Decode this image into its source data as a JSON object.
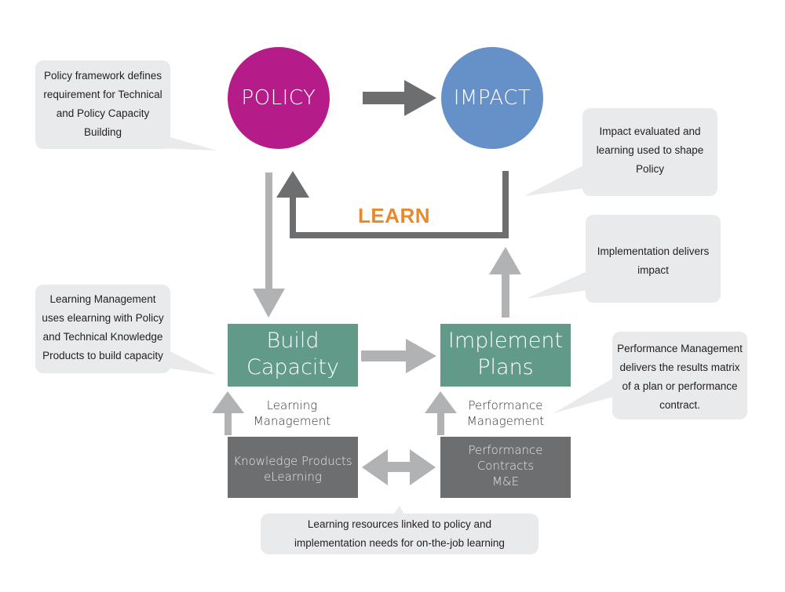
{
  "colors": {
    "policy": "#b51c8a",
    "impact": "#6690c8",
    "green_box": "#629a8a",
    "dark_box": "#6d6e70",
    "light_arrow": "#b1b2b4",
    "dark_arrow": "#6d6e70",
    "callout_bg": "#e9eaeb",
    "learn": "#e8892d"
  },
  "nodes": {
    "policy": "POLICY",
    "impact": "IMPACT",
    "build_capacity": [
      "Build",
      "Capacity"
    ],
    "implement_plans": [
      "Implement",
      "Plans"
    ],
    "knowledge_products": [
      "Knowledge Products",
      "eLearning"
    ],
    "performance_contracts": [
      "Performance",
      "Contracts",
      "M&E"
    ]
  },
  "labels": {
    "learn": "LEARN",
    "learning_management": [
      "Learning",
      "Management"
    ],
    "performance_management": [
      "Performance",
      "Management"
    ]
  },
  "callouts": {
    "policy": [
      "Policy framework defines",
      "requirement for Technical",
      "and Policy Capacity",
      "Building"
    ],
    "impact": [
      "Impact evaluated and",
      "learning used to shape",
      "Policy"
    ],
    "implementation": [
      "Implementation delivers",
      "impact"
    ],
    "learning": [
      "Learning Management",
      "uses elearning with Policy",
      "and Technical Knowledge",
      "Products to build capacity"
    ],
    "performance": [
      "Performance Management",
      "delivers the results matrix",
      "of a plan or performance",
      "contract."
    ],
    "resources": [
      "Learning resources linked to policy and",
      "implementation needs for on-the-job learning"
    ]
  }
}
